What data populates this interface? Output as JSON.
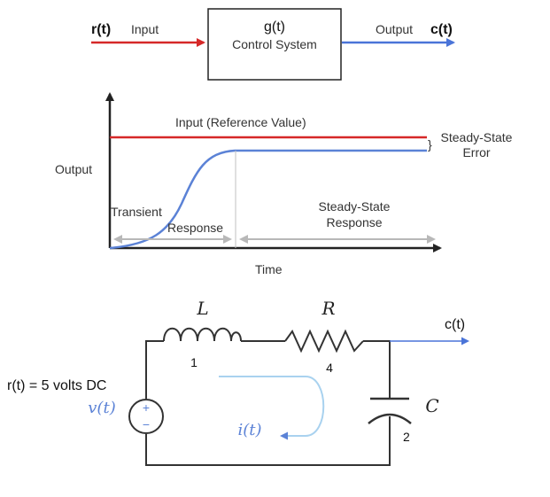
{
  "block_diagram": {
    "input_signal": "r(t)",
    "input_label": "Input",
    "block_top": "g(t)",
    "block_bottom": "Control System",
    "output_label": "Output",
    "output_signal": "c(t)"
  },
  "response_plot": {
    "reference_label": "Input (Reference Value)",
    "y_label": "Output",
    "x_label": "Time",
    "steady_state_error_line1": "Steady-State",
    "steady_state_error_line2": "Error",
    "transient_line1": "Transient",
    "transient_line2": "Response",
    "steady_line1": "Steady-State",
    "steady_line2": "Response"
  },
  "circuit": {
    "inductor_symbol": "L",
    "resistor_symbol": "R",
    "capacitor_symbol": "C",
    "output_signal": "c(t)",
    "source_note": "r(t) = 5 volts DC",
    "source_symbol": "v(t)",
    "current_symbol": "i(t)",
    "inductor_value": "1",
    "resistor_value": "4",
    "capacitor_value": "2",
    "source_plus": "+",
    "source_minus": "−"
  },
  "colors": {
    "input_arrow": "#d62828",
    "output_arrow": "#4a74d8",
    "reference_line": "#d62828",
    "response_curve": "#5b82d6",
    "circuit_blue": "#5b82d6",
    "region_arrow": "#b8b8b8",
    "current_loop": "#a9d2ef"
  }
}
